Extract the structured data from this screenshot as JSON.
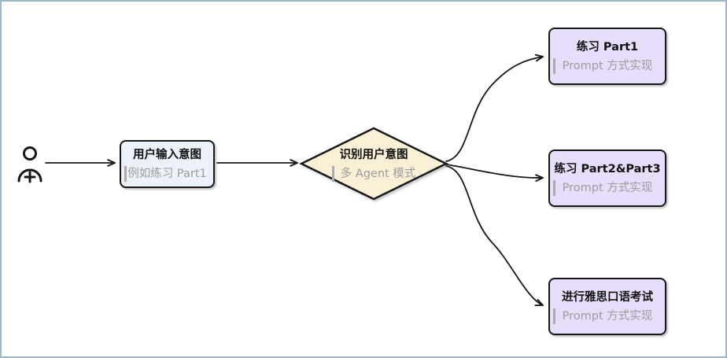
{
  "diagram": {
    "type": "flowchart",
    "direction": "left-to-right",
    "frame_border_color": "#9db7c5",
    "background": "#ffffff",
    "stroke_color": "#161616",
    "subtitle_text_color": "#9c9c9c",
    "quote_bar_color": "#ababab",
    "nodes": {
      "actor": {
        "icon": "person-add-icon",
        "label": ""
      },
      "user_input": {
        "shape": "rounded-rect",
        "title": "用户输入意图",
        "subtitle": "例如练习 Part1",
        "fill": "#edf1f8"
      },
      "intent": {
        "shape": "diamond",
        "title": "识别用户意图",
        "subtitle": "多 Agent 模式",
        "fill": "#faf0d5"
      },
      "practice_part1": {
        "shape": "rounded-rect",
        "title": "练习 Part1",
        "subtitle": "Prompt 方式实现",
        "fill": "#e7defb"
      },
      "practice_part23": {
        "shape": "rounded-rect",
        "title": "练习 Part2&Part3",
        "subtitle": "Prompt 方式实现",
        "fill": "#e7defb"
      },
      "ielts_exam": {
        "shape": "rounded-rect",
        "title": "进行雅思口语考试",
        "subtitle": "Prompt 方式实现",
        "fill": "#e7defb"
      }
    },
    "edges": [
      {
        "from": "actor",
        "to": "user_input"
      },
      {
        "from": "user_input",
        "to": "intent"
      },
      {
        "from": "intent",
        "to": "practice_part1"
      },
      {
        "from": "intent",
        "to": "practice_part23"
      },
      {
        "from": "intent",
        "to": "ielts_exam"
      }
    ]
  }
}
